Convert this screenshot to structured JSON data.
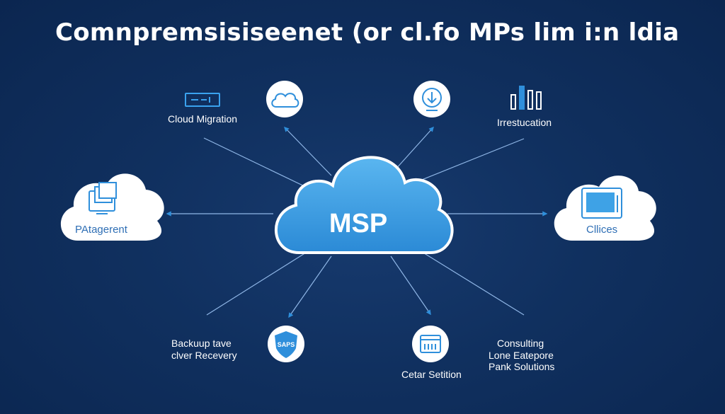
{
  "title": "Comnpremsisiseenet (or cl.fo MPs lim i:n ldia",
  "hub": {
    "label": "MSP"
  },
  "nodes": {
    "cloud_migration": {
      "label": "Cloud Migration",
      "icon": "server-rack-icon"
    },
    "cloud": {
      "icon": "cloud-icon"
    },
    "download": {
      "icon": "download-icon"
    },
    "instruction": {
      "label": "Irrestucation",
      "icon": "bar-chart-icon"
    },
    "management": {
      "label": "PAtagerent",
      "icon": "documents-monitor-icon"
    },
    "clients": {
      "label": "Cllices",
      "icon": "monitor-icon"
    },
    "backup": {
      "line1": "Backuup tave",
      "line2": "clver Recevery"
    },
    "security": {
      "badge": "SAPS",
      "icon": "shield-icon"
    },
    "center": {
      "label": "Cetar Setition",
      "icon": "calendar-icon"
    },
    "consulting": {
      "line1": "Consulting",
      "line2": "Lone Eatepore",
      "line3": "Pank Solutions"
    }
  },
  "colors": {
    "background": "#10305f",
    "hub_fill": "#3ea2e6",
    "accent": "#2f8fdb",
    "line": "#8fb6e6",
    "white": "#ffffff"
  }
}
